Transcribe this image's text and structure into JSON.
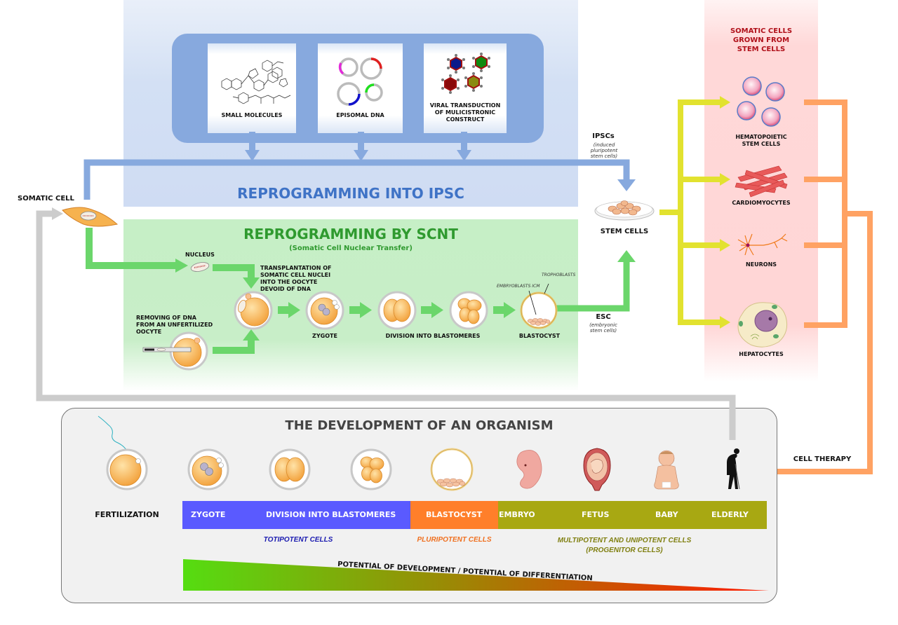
{
  "colors": {
    "ipsc_blue": "#3f73c6",
    "scnt_green": "#2f9a2f",
    "somatic_red": "#b0101a",
    "totipotent_blue": "#5a5aff",
    "pluripotent_orange": "#ff7f2a",
    "multipotent_olive": "#a8a812",
    "cell_therapy_orange": "#ffa263",
    "branch_yellow": "#e2e22f",
    "return_gray": "#cccccc"
  },
  "ipsc_section": {
    "title": "REPROGRAMMING INTO IPSC",
    "methods": [
      {
        "label": "SMALL MOLECULES",
        "icon": "molecule-structure-icon"
      },
      {
        "label": "EPISOMAL DNA",
        "icon": "plasmid-rings-icon"
      },
      {
        "label_lines": [
          "VIRAL TRANSDUCTION",
          "OF MULICISTRONIC",
          "CONSTRUCT"
        ],
        "icon": "virus-particles-icon"
      }
    ],
    "output_label": "IPSCs",
    "output_sublabel_lines": [
      "(induced",
      "pluripotent",
      "stem cells)"
    ]
  },
  "somatic_cell": {
    "label": "SOMATIC CELL"
  },
  "scnt_section": {
    "title": "REPROGRAMMING BY SCNT",
    "subtitle": "(Somatic Cell Nuclear Transfer)",
    "nucleus_label": "NUCLEUS",
    "transplant_label_lines": [
      "TRANSPLANTATION OF",
      "SOMATIC CELL NUCLEI",
      "INTO THE OOCYTE",
      "DEVOID OF DNA"
    ],
    "removing_label_lines": [
      "REMOVING OF DNA",
      "FROM AN UNFERTILIZED",
      "OOCYTE"
    ],
    "zygote_label": "ZYGOTE",
    "division_label": "DIVISION INTO BLASTOMERES",
    "blastocyst_label": "BLASTOCYST",
    "embryoblasts_label": "EMBRYOBLASTS ICM",
    "trophoblasts_label": "TROPHOBLASTS",
    "output_label": "ESC",
    "output_sublabel_lines": [
      "(embryonic",
      "stem cells)"
    ]
  },
  "stem_cells": {
    "label": "STEM CELLS"
  },
  "somatic_grown": {
    "title_lines": [
      "SOMATIC CELLS",
      "GROWN FROM",
      "STEM CELLS"
    ],
    "cell_types": [
      {
        "label_lines": [
          "HEMATOPOIETIC",
          "STEM CELLS"
        ],
        "icon": "blood-cells-icon"
      },
      {
        "label_lines": [
          "CARDIOMYOCYTES"
        ],
        "icon": "muscle-fibers-icon"
      },
      {
        "label_lines": [
          "NEURONS"
        ],
        "icon": "neuron-icon"
      },
      {
        "label_lines": [
          "HEPATOCYTES"
        ],
        "icon": "liver-cell-icon"
      }
    ]
  },
  "cell_therapy": {
    "label": "CELL THERAPY"
  },
  "development": {
    "title": "THE DEVELOPMENT OF AN ORGANISM",
    "fertilization_label": "FERTILIZATION",
    "stages": [
      {
        "label": "ZYGOTE",
        "group": "totipotent"
      },
      {
        "label": "DIVISION INTO BLASTOMERES",
        "group": "totipotent"
      },
      {
        "label": "BLASTOCYST",
        "group": "pluripotent"
      },
      {
        "label": "EMBRYO",
        "group": "multipotent"
      },
      {
        "label": "FETUS",
        "group": "multipotent"
      },
      {
        "label": "BABY",
        "group": "multipotent"
      },
      {
        "label": "ELDERLY",
        "group": "multipotent"
      }
    ],
    "potency_groups": {
      "totipotent": "TOTIPOTENT CELLS",
      "pluripotent": "PLURIPOTENT CELLS",
      "multipotent_lines": [
        "MULTIPOTENT AND UNIPOTENT CELLS",
        "(PROGENITOR CELLS)"
      ]
    },
    "gradient_label": "POTENTIAL OF DEVELOPMENT / POTENTIAL OF DIFFERENTIATION"
  }
}
